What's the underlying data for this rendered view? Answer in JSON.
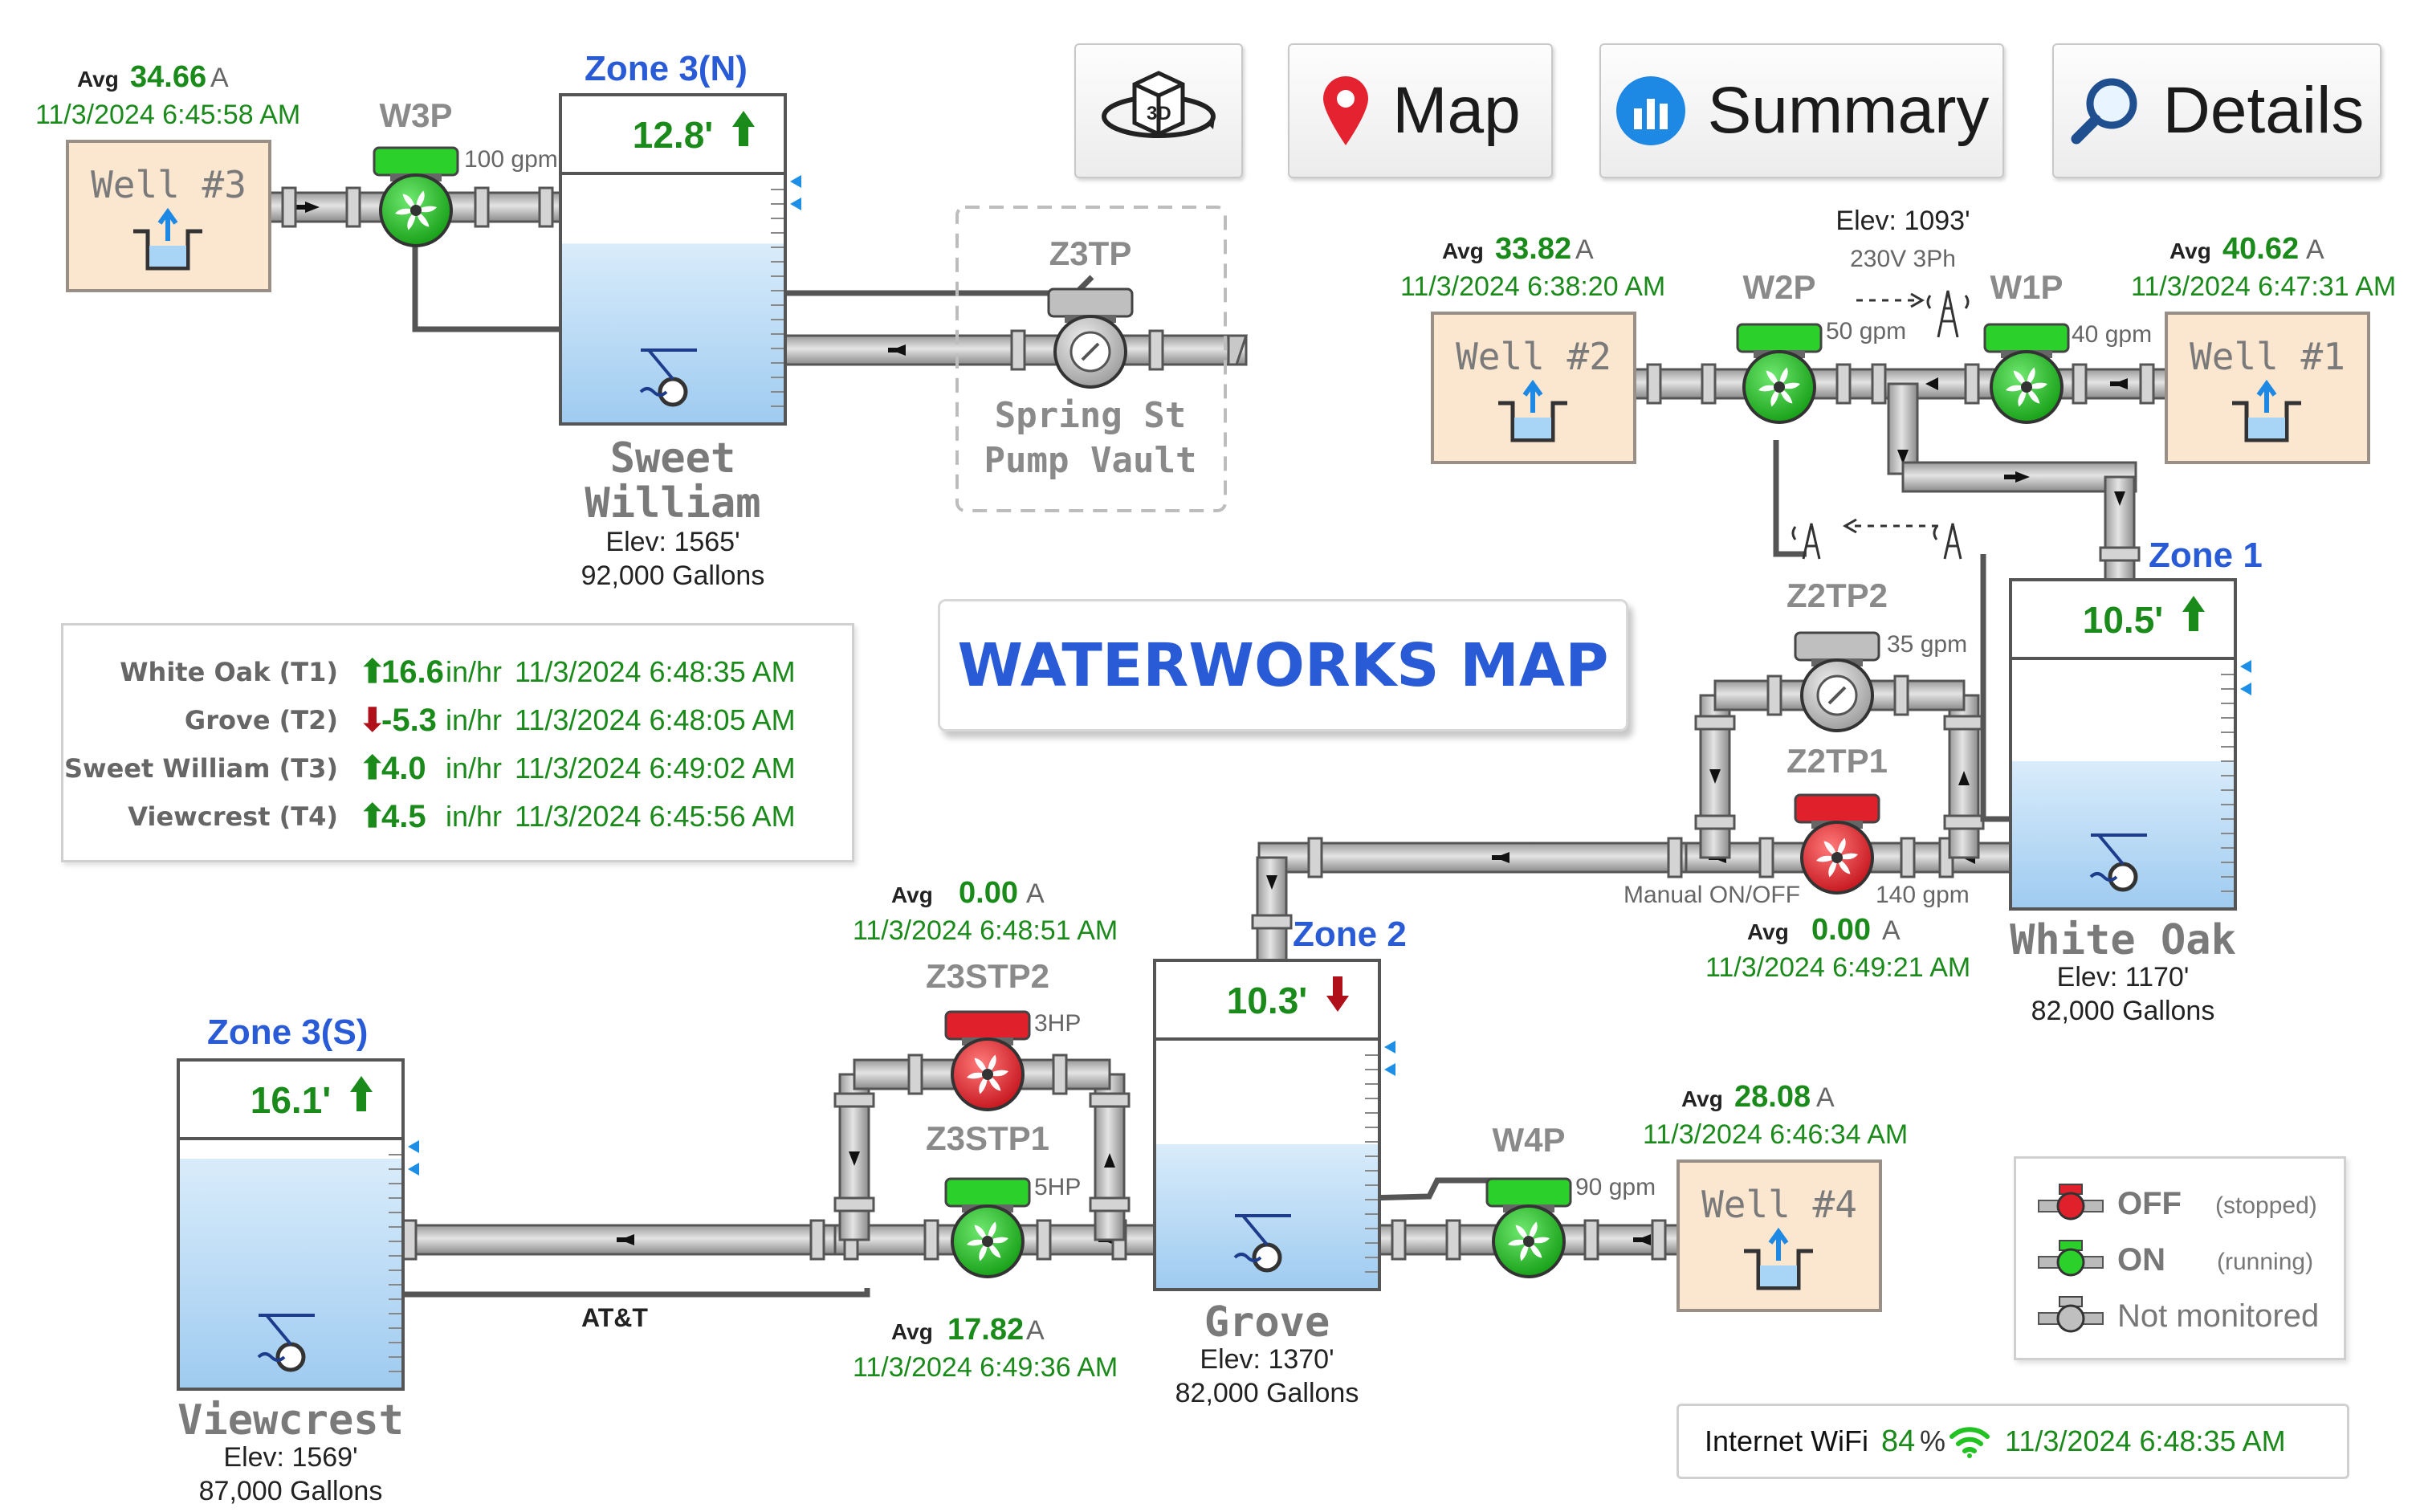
{
  "title": "WATERWORKS MAP",
  "buttons": {
    "three_d": "3D",
    "map": "Map",
    "summary": "Summary",
    "details": "Details"
  },
  "colors": {
    "on": "#22c222",
    "off": "#e0202a",
    "not_monitored": "#b0b0b0",
    "accent": "#2a5bd7",
    "value": "#1a8a1a",
    "well_bg": "#fbe6d0"
  },
  "icons": {
    "three_d": "3d-cube-icon",
    "map": "map-pin-icon",
    "summary": "bar-chart-icon",
    "details": "magnifier-icon",
    "wifi": "wifi-icon"
  },
  "wells": {
    "w3": {
      "name": "Well #3",
      "avg_label": "Avg",
      "avg": "34.66",
      "unit": "A",
      "time": "11/3/2024 6:45:58 AM"
    },
    "w2": {
      "name": "Well #2",
      "avg_label": "Avg",
      "avg": "33.82",
      "unit": "A",
      "time": "11/3/2024 6:38:20 AM"
    },
    "w1": {
      "name": "Well #1",
      "avg_label": "Avg",
      "avg": "40.62",
      "unit": "A",
      "time": "11/3/2024 6:47:31 AM"
    },
    "w4": {
      "name": "Well #4",
      "avg_label": "Avg",
      "avg": "28.08",
      "unit": "A",
      "time": "11/3/2024 6:46:34 AM"
    }
  },
  "pumps": {
    "w3p": {
      "label": "W3P",
      "rate": "100 gpm",
      "status": "on"
    },
    "w2p": {
      "label": "W2P",
      "rate": "50 gpm",
      "status": "on"
    },
    "w1p": {
      "label": "W1P",
      "rate": "40 gpm",
      "status": "on"
    },
    "w4p": {
      "label": "W4P",
      "rate": "90 gpm",
      "status": "on"
    },
    "z3tp": {
      "label": "Z3TP",
      "status": "not_monitored"
    },
    "z2tp2": {
      "label": "Z2TP2",
      "rate": "35 gpm",
      "status": "not_monitored"
    },
    "z2tp1": {
      "label": "Z2TP1",
      "rate": "140 gpm",
      "status": "off",
      "note": "Manual ON/OFF",
      "avg_label": "Avg",
      "avg": "0.00",
      "unit": "A",
      "time": "11/3/2024 6:49:21 AM"
    },
    "z3stp2": {
      "label": "Z3STP2",
      "rate": "3HP",
      "status": "off",
      "avg_label": "Avg",
      "avg": "0.00",
      "unit": "A",
      "time": "11/3/2024 6:48:51 AM"
    },
    "z3stp1": {
      "label": "Z3STP1",
      "rate": "5HP",
      "status": "on",
      "avg_label": "Avg",
      "avg": "17.82",
      "unit": "A",
      "time": "11/3/2024 6:49:36 AM"
    }
  },
  "station": {
    "elev": "Elev: 1093'",
    "power": "230V 3Ph"
  },
  "vault": {
    "line1": "Spring St",
    "line2": "Pump Vault"
  },
  "tanks": {
    "sweet_william": {
      "zone": "Zone 3(N)",
      "level": "12.8'",
      "trend": "up",
      "name1": "Sweet",
      "name2": "William",
      "elev": "Elev: 1565'",
      "capacity": "92,000 Gallons",
      "fill_fraction": 0.72
    },
    "white_oak": {
      "zone": "Zone 1",
      "level": "10.5'",
      "trend": "up",
      "name1": "White Oak",
      "elev": "Elev: 1170'",
      "capacity": "82,000 Gallons",
      "fill_fraction": 0.59
    },
    "grove": {
      "zone": "Zone 2",
      "level": "10.3'",
      "trend": "down",
      "name1": "Grove",
      "elev": "Elev: 1370'",
      "capacity": "82,000 Gallons",
      "fill_fraction": 0.58
    },
    "viewcrest": {
      "zone": "Zone 3(S)",
      "level": "16.1'",
      "trend": "up",
      "name1": "Viewcrest",
      "elev": "Elev: 1569'",
      "capacity": "87,000 Gallons",
      "fill_fraction": 0.92
    }
  },
  "att_label": "AT&T",
  "rates": [
    {
      "name": "White Oak (T1)",
      "trend": "up",
      "value": "16.6",
      "unit": "in/hr",
      "time": "11/3/2024 6:48:35 AM"
    },
    {
      "name": "Grove (T2)",
      "trend": "down",
      "value": "-5.3",
      "unit": "in/hr",
      "time": "11/3/2024 6:48:05 AM"
    },
    {
      "name": "Sweet William (T3)",
      "trend": "up",
      "value": "4.0",
      "unit": "in/hr",
      "time": "11/3/2024 6:49:02 AM"
    },
    {
      "name": "Viewcrest (T4)",
      "trend": "up",
      "value": "4.5",
      "unit": "in/hr",
      "time": "11/3/2024 6:45:56 AM"
    }
  ],
  "legend": [
    {
      "label": "OFF",
      "note": "(stopped)",
      "status": "off"
    },
    {
      "label": "ON",
      "note": "(running)",
      "status": "on"
    },
    {
      "label": "Not monitored",
      "note": "",
      "status": "not_monitored"
    }
  ],
  "wifi": {
    "label": "Internet WiFi",
    "signal": "84",
    "unit": "%",
    "time": "11/3/2024 6:48:35 AM"
  }
}
